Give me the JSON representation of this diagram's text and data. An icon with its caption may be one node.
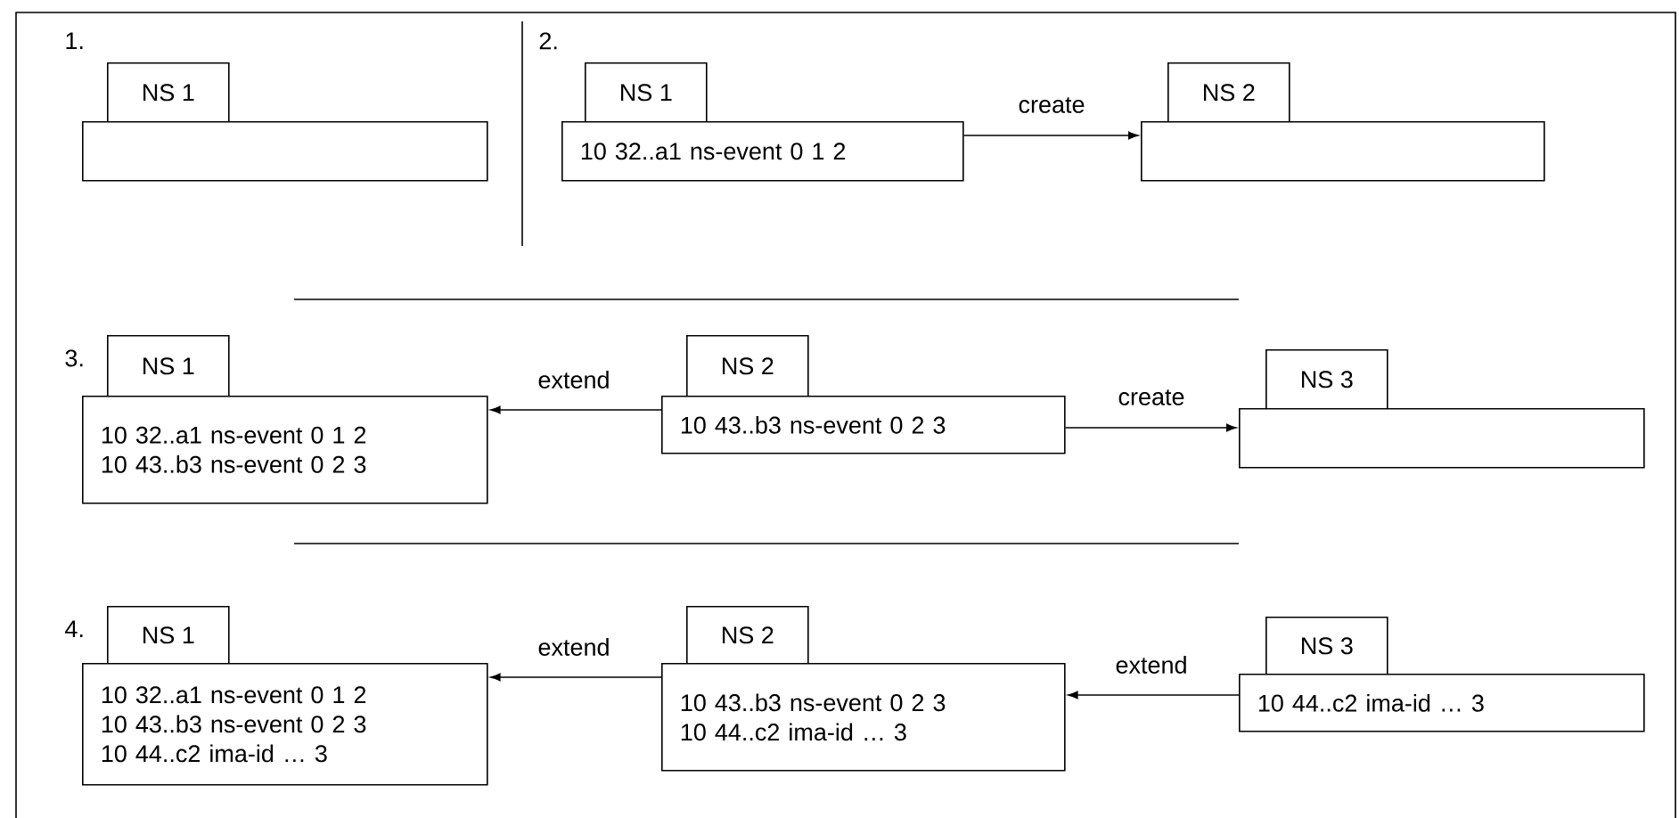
{
  "diagram": {
    "nodes": [
      {
        "text": [
          "NS 1"
        ]
      },
      {
        "text": [],
        "shape": "box"
      },
      {
        "text": [
          "NS 1"
        ]
      },
      {
        "text": [
          "10 32..a1 ns-event 0 1 2"
        ]
      },
      {
        "text": [
          "NS 2"
        ]
      },
      {
        "text": [],
        "shape": "box"
      },
      {
        "text": [
          "NS 1"
        ]
      },
      {
        "text": [
          "10 32..a1 ns-event 0 1 2",
          "10 43..b3 ns-event 0 2 3"
        ]
      },
      {
        "text": [
          "NS 2"
        ]
      },
      {
        "text": [
          "10 43..b3 ns-event 0 2 3"
        ]
      },
      {
        "text": [
          "NS 3"
        ]
      },
      {
        "text": [],
        "shape": "box"
      },
      {
        "text": [
          "NS 1"
        ]
      },
      {
        "text": [
          "10 32..a1 ns-event 0 1 2",
          "10 43..b3 ns-event 0 2 3",
          "10 44..c2 ima-id … 3"
        ]
      },
      {
        "text": [
          "NS 2"
        ]
      },
      {
        "text": [
          "10 43..b3 ns-event 0 2 3",
          "10 44..c2 ima-id … 3"
        ]
      },
      {
        "text": [
          "NS 3"
        ]
      },
      {
        "text": [
          "10 44..c2 ima-id … 3"
        ]
      }
    ],
    "edges": [
      {
        "from": 3,
        "to": 5,
        "arrow": "to",
        "label": "create"
      },
      {
        "from": 9,
        "to": 7,
        "arrow": "to",
        "label": "extend"
      },
      {
        "from": 9,
        "to": 11,
        "arrow": "to",
        "label": "create"
      },
      {
        "from": 15,
        "to": 13,
        "arrow": "to",
        "label": "extend"
      },
      {
        "from": 17,
        "to": 15,
        "arrow": "to",
        "label": "extend"
      }
    ],
    "labels": [
      "1.",
      "2.",
      "3.",
      "4."
    ]
  }
}
